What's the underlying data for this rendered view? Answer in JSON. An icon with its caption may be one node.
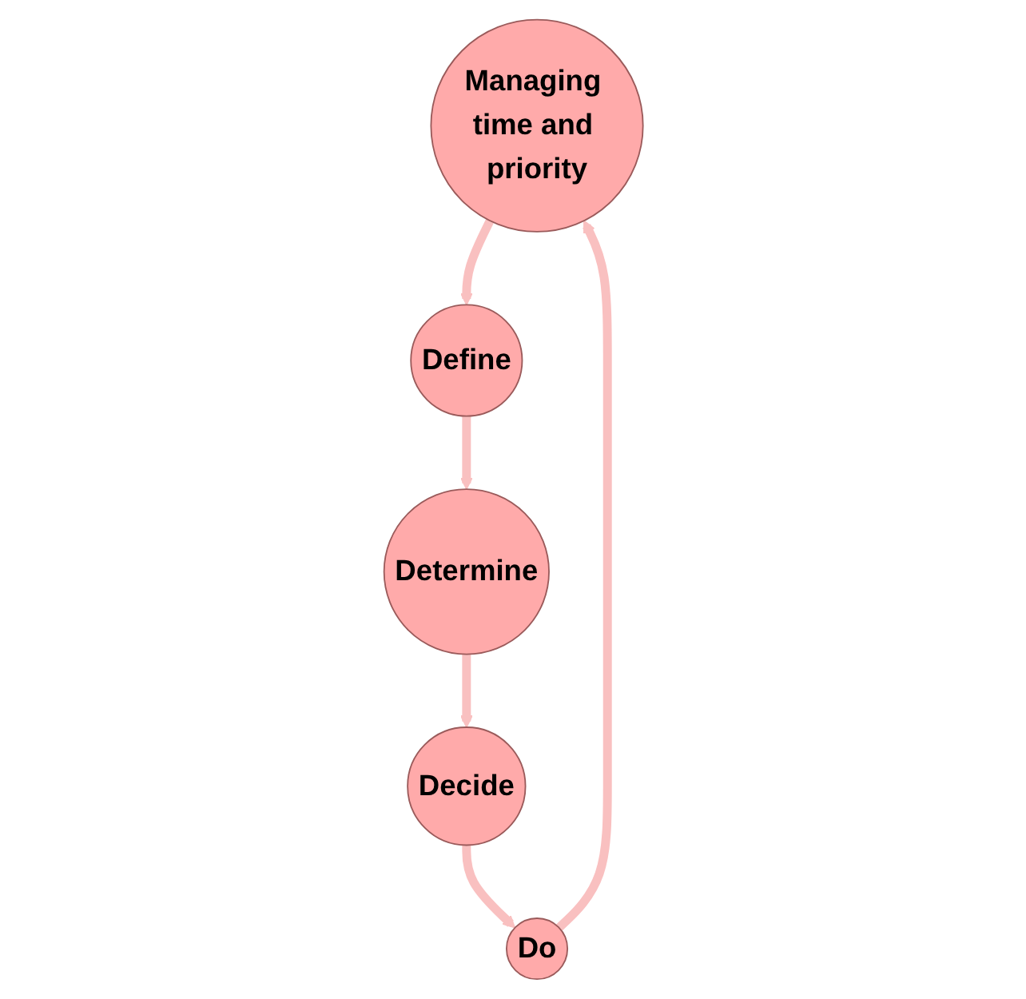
{
  "diagram": {
    "nodes": [
      {
        "text": [
          "Managing time and priority"
        ]
      },
      {
        "text": [
          "Define"
        ]
      },
      {
        "text": [
          "Determine"
        ]
      },
      {
        "text": [
          "Decide"
        ]
      },
      {
        "text": [
          "Do"
        ]
      }
    ],
    "edges": [
      {
        "from": 0,
        "to": 1,
        "arrow": "to"
      },
      {
        "from": 1,
        "to": 2,
        "arrow": "to"
      },
      {
        "from": 2,
        "to": 3,
        "arrow": "to"
      },
      {
        "from": 3,
        "to": 4,
        "arrow": "to"
      },
      {
        "from": 4,
        "to": 0,
        "arrow": "to"
      }
    ]
  }
}
